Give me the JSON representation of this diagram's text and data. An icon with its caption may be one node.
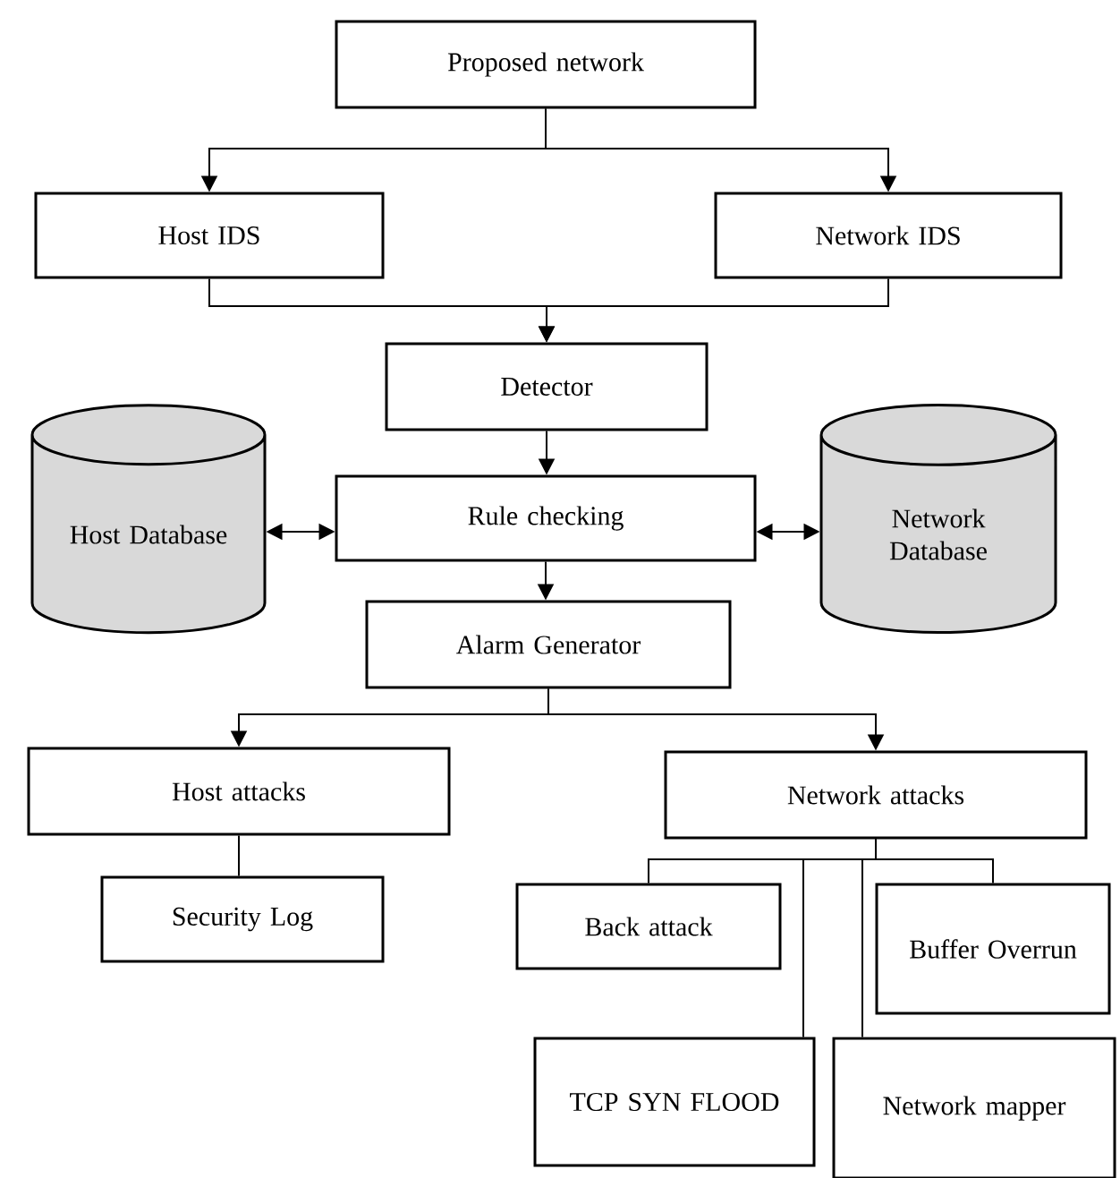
{
  "diagram": {
    "nodes": [
      {
        "text": [
          "Proposed network"
        ]
      },
      {
        "text": [
          "Host IDS"
        ]
      },
      {
        "text": [
          "Network IDS"
        ]
      },
      {
        "text": [
          "Detector"
        ]
      },
      {
        "text": [
          "Host Database"
        ]
      },
      {
        "text": [
          "Rule checking"
        ]
      },
      {
        "text": [
          "Network Database"
        ]
      },
      {
        "text": [
          "Alarm Generator"
        ]
      },
      {
        "text": [
          "Host attacks"
        ]
      },
      {
        "text": [
          "Network attacks"
        ]
      },
      {
        "text": [
          "Security Log"
        ]
      },
      {
        "text": [
          "Back attack"
        ]
      },
      {
        "text": [
          "Buffer Overrun"
        ]
      },
      {
        "text": [
          "TCP SYN FLOOD"
        ]
      },
      {
        "text": [
          "Network mapper"
        ]
      }
    ],
    "edges": [
      {
        "from": 0,
        "to": 1,
        "arrow": "to"
      },
      {
        "from": 0,
        "to": 2,
        "arrow": "to"
      },
      {
        "from": 1,
        "to": 3,
        "arrow": "to"
      },
      {
        "from": 2,
        "to": 3,
        "arrow": "to"
      },
      {
        "from": 3,
        "to": 5,
        "arrow": "to"
      },
      {
        "from": 4,
        "to": 5,
        "arrow": "both"
      },
      {
        "from": 5,
        "to": 6,
        "arrow": "both"
      },
      {
        "from": 5,
        "to": 7,
        "arrow": "to"
      },
      {
        "from": 7,
        "to": 8,
        "arrow": "to"
      },
      {
        "from": 7,
        "to": 9,
        "arrow": "to"
      },
      {
        "from": 8,
        "to": 10,
        "arrow": "none"
      },
      {
        "from": 9,
        "to": 11,
        "arrow": "none"
      },
      {
        "from": 9,
        "to": 12,
        "arrow": "none"
      },
      {
        "from": 9,
        "to": 13,
        "arrow": "none"
      },
      {
        "from": 9,
        "to": 14,
        "arrow": "none"
      }
    ]
  }
}
